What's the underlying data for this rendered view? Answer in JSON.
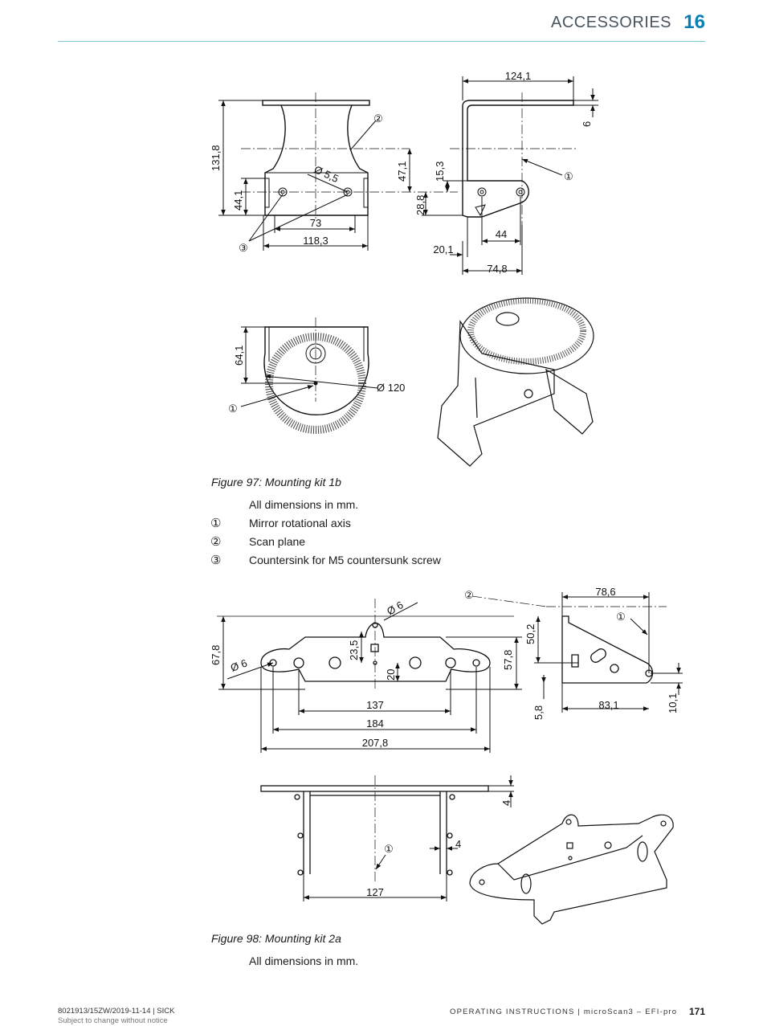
{
  "header": {
    "section_title": "ACCESSORIES",
    "chapter_number": "16"
  },
  "figure97": {
    "caption": "Figure 97: Mounting kit 1b",
    "note": "All dimensions in mm.",
    "dimensions": {
      "d1": "124,1",
      "d2": "6",
      "d3": "131,8",
      "d4": "44,1",
      "d5": "Ø 5,5",
      "d6": "73",
      "d7": "118,3",
      "d8": "47,1",
      "d9": "15,3",
      "d10": "28,8",
      "d11": "44",
      "d12": "20,1",
      "d13": "74,8",
      "d14": "64,1",
      "d15": "Ø 120"
    },
    "callouts": {
      "c1": "①",
      "c2": "②",
      "c3": "③"
    },
    "legend": [
      {
        "num": "①",
        "text": "Mirror rotational axis"
      },
      {
        "num": "②",
        "text": "Scan plane"
      },
      {
        "num": "③",
        "text": "Countersink for M5 countersunk screw"
      }
    ]
  },
  "figure98": {
    "caption": "Figure 98: Mounting kit 2a",
    "note": "All dimensions in mm.",
    "dimensions": {
      "d1": "78,6",
      "d2": "Ø 6",
      "d3": "67,8",
      "d4": "Ø 6",
      "d5": "23,5",
      "d6": "20",
      "d7": "57,8",
      "d8": "50,2",
      "d9": "137",
      "d10": "184",
      "d11": "207,8",
      "d12": "5,8",
      "d13": "83,1",
      "d14": "10,1",
      "d15": "4",
      "d16": "4",
      "d17": "127"
    },
    "callouts": {
      "c1": "①",
      "c2": "②"
    }
  },
  "footer": {
    "doc_id": "8021913/15ZW/2019-11-14 | SICK",
    "notice": "Subject to change without notice",
    "manual": "OPERATING INSTRUCTIONS | microScan3 – EFI-pro",
    "page": "171"
  }
}
